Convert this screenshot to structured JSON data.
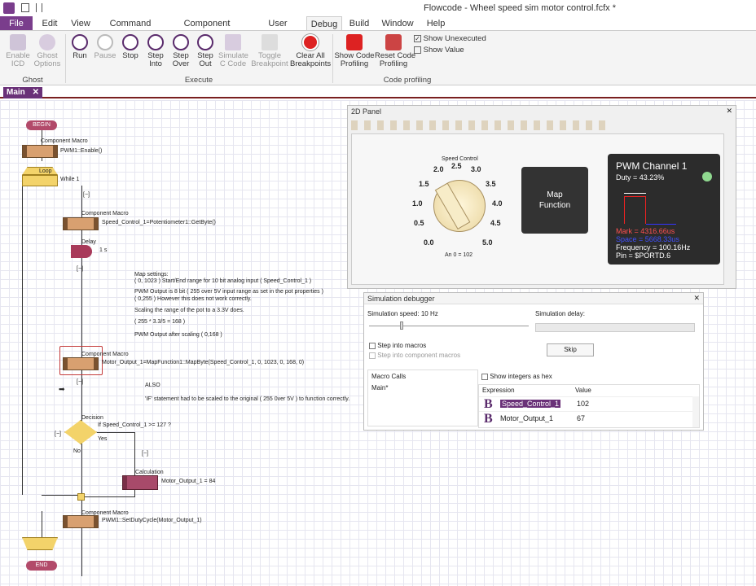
{
  "window": {
    "title": "Flowcode - Wheel speed sim motor control.fcfx *"
  },
  "menu": [
    "File",
    "Edit",
    "View",
    "Command Icons",
    "Component Libraries",
    "User Macros",
    "Debug",
    "Build",
    "Window",
    "Help"
  ],
  "ribbon": {
    "enable_icd": "Enable\nICD",
    "ghost_options": "Ghost\nOptions",
    "group_ghost": "Ghost",
    "run": "Run",
    "pause": "Pause",
    "stop": "Stop",
    "step_into": "Step\nInto",
    "step_over": "Step\nOver",
    "step_out": "Step\nOut",
    "simulate_c": "Simulate\nC Code",
    "toggle_bp": "Toggle\nBreakpoint",
    "clear_bp": "Clear All\nBreakpoints",
    "group_execute": "Execute",
    "show_code_prof": "Show Code\nProfiling",
    "reset_code_prof": "Reset Code\nProfiling",
    "show_unexecuted": "Show Unexecuted",
    "show_value": "Show Value",
    "group_code_prof": "Code profiling"
  },
  "doc_tab": "Main",
  "flow": {
    "begin": "BEGIN",
    "end": "END",
    "cm1_title": "Component Macro",
    "cm1_text": "PWM1::Enable()",
    "loop": "Loop",
    "while": "While 1",
    "cm2_title": "Component Macro",
    "cm2_text": "Speed_Control_1=Potentiometer1::GetByte()",
    "delay_title": "Delay",
    "delay_text": "1 s",
    "comment_lines": [
      "Map settings:",
      "( 0, 1023 ) Start/End range for 10 bit analog input ( Speed_Control_1 )",
      "PWM Output is 8 bit ( 255 over 5V input range as set in the pot properties )",
      "( 0,255 ) However this does not work correctly.",
      "Scaling the range of the pot to a 3.3V does.",
      "( 255 * 3.3/5 = 168 )",
      "PWM Output after scaling ( 0,168 )"
    ],
    "cm3_title": "Component Macro",
    "cm3_text": "Motor_Output_1=MapFunction1::MapByte(Speed_Control_1, 0, 1023, 0, 168, 0)",
    "also": "ALSO",
    "also_text": "'IF' statement had to be scaled to the original ( 255 0ver 5V ) to function correctly.",
    "decision_title": "Decision",
    "decision_text": "If Speed_Control_1 >= 127 ?",
    "yes": "Yes",
    "no": "No",
    "calc_title": "Calculation",
    "calc_text": "Motor_Output_1 = 84",
    "cm4_title": "Component Macro",
    "cm4_text": "PWM1::SetDutyCycle(Motor_Output_1)",
    "bracket": "[−]"
  },
  "panel2d": {
    "title": "2D Panel",
    "gauge_title": "Speed Control",
    "gauge_labels": [
      "0.0",
      "0.5",
      "1.0",
      "1.5",
      "2.0",
      "2.5",
      "3.0",
      "3.5",
      "4.0",
      "4.5",
      "5.0"
    ],
    "gauge_value": "An 0 = 102",
    "map_label": "Map\nFunction",
    "pwm": {
      "title": "PWM Channel 1",
      "duty": "Duty = 43.23%",
      "mark": "Mark = 4316.66us",
      "space": "Space = 5668.33us",
      "frequency": "Frequency = 100.16Hz",
      "pin": "Pin = $PORTD.6",
      "led_color": "#8fd88f",
      "duty_fraction": 0.4323
    }
  },
  "simdebug": {
    "title": "Simulation debugger",
    "speed_label": "Simulation speed: 10 Hz",
    "delay_label": "Simulation delay:",
    "step_macros": "Step into macros",
    "step_component": "Step into component macros",
    "skip": "Skip",
    "macro_calls": "Macro Calls",
    "macro_main": "Main*",
    "show_hex": "Show integers as hex",
    "col_expression": "Expression",
    "col_value": "Value",
    "rows": [
      {
        "expr": "Speed_Control_1",
        "value": "102"
      },
      {
        "expr": "Motor_Output_1",
        "value": "67"
      }
    ]
  },
  "colors": {
    "accent": "#7a3d8c",
    "tabline": "#7a2020"
  }
}
